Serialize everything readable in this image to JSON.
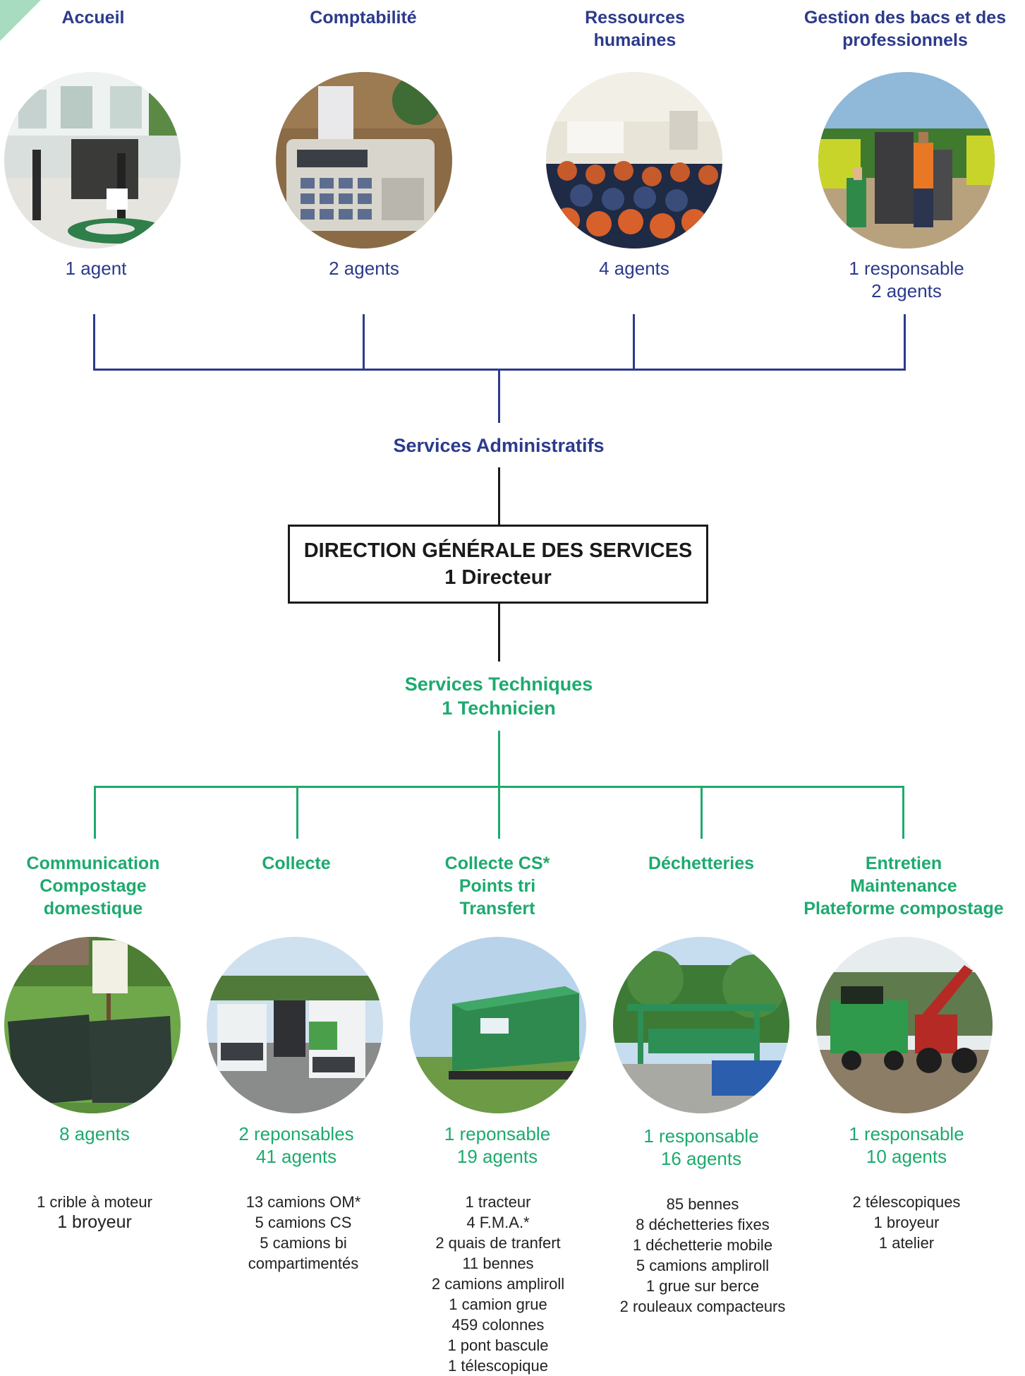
{
  "admin": {
    "title": "Services Administratifs",
    "units": [
      {
        "name": "Accueil",
        "count_lines": [
          "1 agent"
        ]
      },
      {
        "name": "Comptabilité",
        "count_lines": [
          "2 agents"
        ]
      },
      {
        "name_lines": [
          "Ressources",
          "humaines"
        ],
        "count_lines": [
          "4 agents"
        ]
      },
      {
        "name_lines": [
          "Gestion des bacs et des",
          "professionnels"
        ],
        "count_lines": [
          "1 responsable",
          "2 agents"
        ]
      }
    ]
  },
  "direction": {
    "line1": "DIRECTION GÉNÉRALE DES SERVICES",
    "line2": "1 Directeur"
  },
  "technical": {
    "title": "Services Techniques",
    "subtitle": "1 Technicien",
    "units": [
      {
        "name_lines": [
          "Communication",
          "Compostage",
          "domestique"
        ],
        "count_lines": [
          "8 agents"
        ],
        "equipment": [
          "1 crible à moteur",
          "1 broyeur"
        ]
      },
      {
        "name_lines": [
          "Collecte"
        ],
        "count_lines": [
          "2 reponsables",
          "41 agents"
        ],
        "equipment": [
          "13 camions OM*",
          "5 camions CS",
          "5 camions bi",
          "compartimentés"
        ]
      },
      {
        "name_lines": [
          "Collecte CS*",
          "Points tri",
          "Transfert"
        ],
        "count_lines": [
          "1 reponsable",
          "19 agents"
        ],
        "equipment": [
          "1 tracteur",
          "4 F.M.A.*",
          "2 quais de tranfert",
          "11 bennes",
          "2 camions ampliroll",
          "1 camion grue",
          "459 colonnes",
          "1 pont bascule",
          "1 télescopique"
        ]
      },
      {
        "name_lines": [
          "Déchetteries"
        ],
        "count_lines": [
          "1 responsable",
          "16 agents"
        ],
        "equipment": [
          "85 bennes",
          "8 déchetteries fixes",
          "1 déchetterie mobile",
          "5 camions ampliroll",
          "1 grue sur berce",
          "2 rouleaux compacteurs"
        ]
      },
      {
        "name_lines": [
          "Entretien",
          "Maintenance",
          "Plateforme compostage"
        ],
        "count_lines": [
          "1 responsable",
          "10 agents"
        ],
        "equipment": [
          "2 télescopiques",
          "1 broyeur",
          "1 atelier"
        ]
      }
    ]
  },
  "colors": {
    "admin_blue": "#2c3a8c",
    "tech_green": "#1daa6e",
    "corner_green": "#a8dcc0"
  }
}
